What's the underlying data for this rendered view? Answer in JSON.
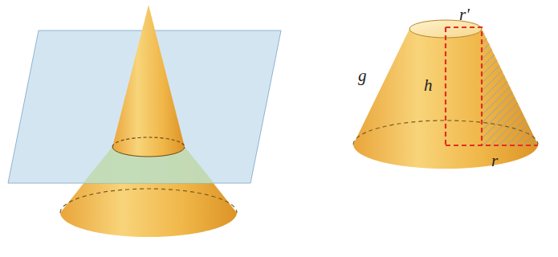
{
  "diagram": {
    "labels": [
      "r'",
      "g",
      "h",
      "r"
    ]
  }
}
